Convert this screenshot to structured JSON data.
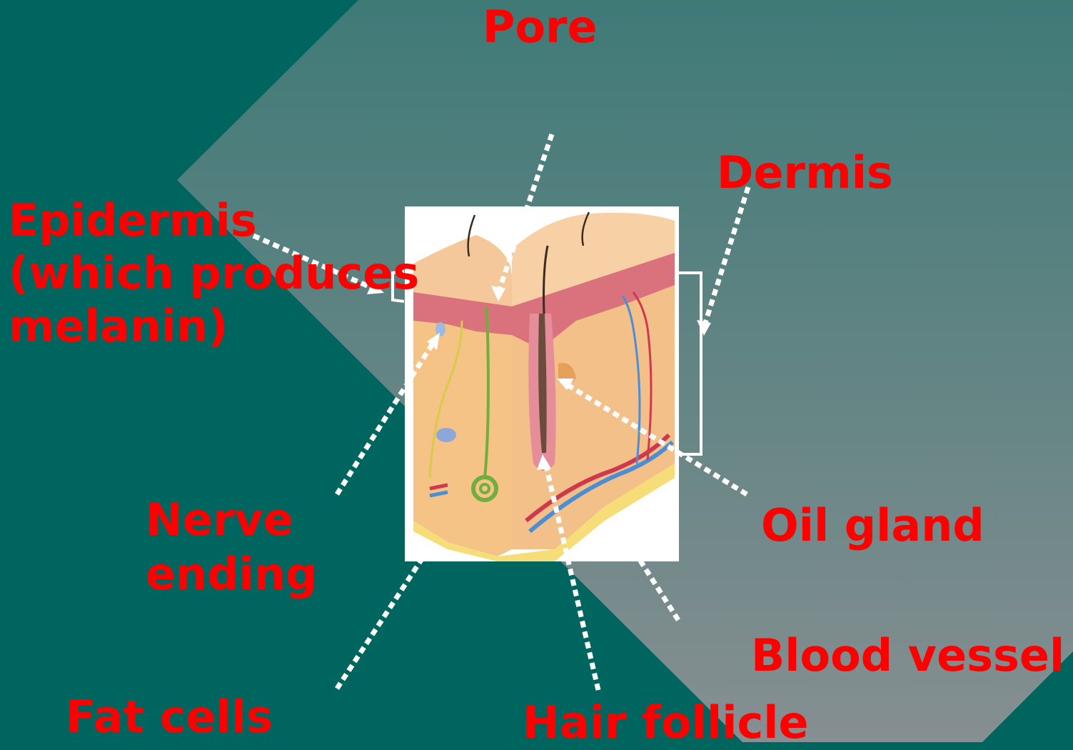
{
  "labels": {
    "pore": "Pore",
    "dermis": "Dermis",
    "epidermis": [
      "Epidermis",
      "(which produces",
      "melanin)"
    ],
    "nerve_ending": [
      "Nerve",
      "ending"
    ],
    "oil_gland": "Oil gland",
    "blood_vessel": "Blood vessel",
    "fat_cells": "Fat cells",
    "hair_follicle": "Hair follicle"
  },
  "colors": {
    "background": "#01655f",
    "chevron_top": "#3f7a77",
    "chevron_bottom": "#868f91",
    "label": "#ff0000",
    "pointer": "#ffffff"
  }
}
